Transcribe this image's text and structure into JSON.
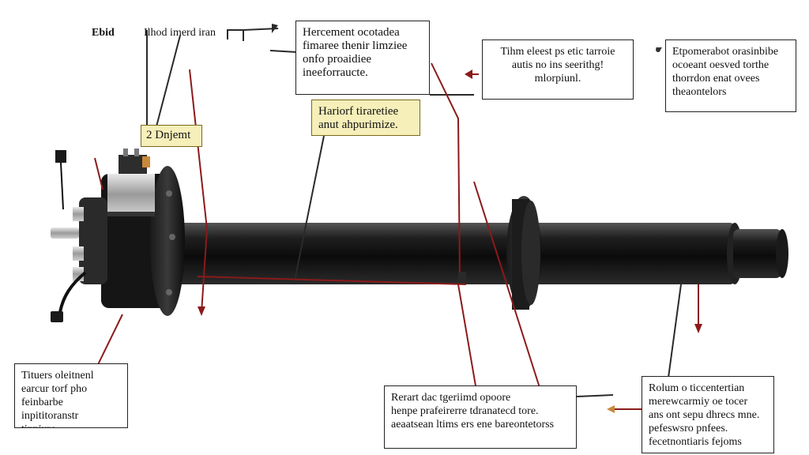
{
  "labels": {
    "top_left_a": "Ebid",
    "top_left_b": "Ilhod imerd iran",
    "box_top_center": "Hercement ocotadea\nfimaree thenir limziee\nonfo proaidiee\nineeforraucte.",
    "box_yellow_center": "Hariorf tiraretiee\nanut ahpurimize.",
    "box_top_right_mid": "Tihm eleest ps etic tarroie\nautis no ins seerithg!\nmlorpiunl.",
    "box_top_right": "Etpomerabot orasinbibe\nocoeant oesved torthe\nthorrdon enat ovees\ntheaontelors",
    "box_small_left": "2  Dnjemt",
    "box_bottom_left": "Tituers oleitnenl\nearcur torf pho\nfeinbarbe inpititoranstr\ntinniure",
    "box_bottom_center": "Rerart dac tgeriimd opoore\nhenpe prafeirerre tdranatecd tore.\naeaatsean ltims ers ene bareontetorss",
    "box_bottom_right": "Rolum o ticcentertian\nmerewcarmiy oe tocer\nans ont sepu dhrecs mne.\npefeswsro pnfees.\nfecetnontiaris fejoms"
  },
  "colors": {
    "shaft": "#1a1a1a",
    "leader_dark": "#2a2a2a",
    "leader_red": "#8b1a1a",
    "yellow_bg": "#f6efb9"
  }
}
